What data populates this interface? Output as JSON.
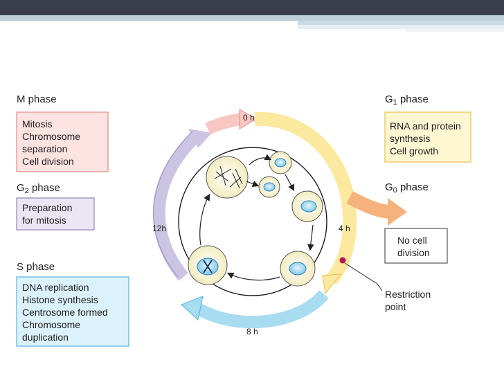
{
  "phases": {
    "m": {
      "title": "M phase",
      "lines": [
        "Mitosis",
        "Chromosome",
        "separation",
        "Cell division"
      ]
    },
    "g2": {
      "title": "G",
      "sub": "2",
      "suffix": " phase",
      "lines": [
        "Preparation",
        "for mitosis"
      ]
    },
    "s": {
      "title": "S phase",
      "lines": [
        "DNA replication",
        "Histone synthesis",
        "Centrosome formed",
        "Chromosome",
        "duplication"
      ]
    },
    "g1": {
      "title": "G",
      "sub": "1",
      "suffix": " phase",
      "lines": [
        "RNA and protein",
        "synthesis",
        "Cell growth"
      ]
    },
    "g0": {
      "title": "G",
      "sub": "0",
      "suffix": " phase",
      "lines": [
        "No cell",
        "division"
      ]
    }
  },
  "restriction": {
    "lines": [
      "Restriction",
      "point"
    ]
  },
  "time_labels": {
    "t0": "0 h",
    "t4": "4 h",
    "t8": "8 h",
    "t12": "12h"
  },
  "colors": {
    "m_box_fill": "#fde3e1",
    "m_box_stroke": "#e58a86",
    "g2_box_fill": "#ebe6f3",
    "g2_box_stroke": "#8f85bb",
    "s_box_fill": "#dbf1fb",
    "s_box_stroke": "#57b6dd",
    "g1_box_fill": "#fff6d2",
    "g1_box_stroke": "#e7c04a",
    "g0_box_stroke": "#555555",
    "arrow_m": "#f8c7c2",
    "arrow_g1": "#fbe9a0",
    "arrow_g0": "#f6b27c",
    "arrow_s": "#a7dcf1",
    "arrow_g2": "#cbc4e3",
    "restriction_dot": "#c0134f"
  }
}
